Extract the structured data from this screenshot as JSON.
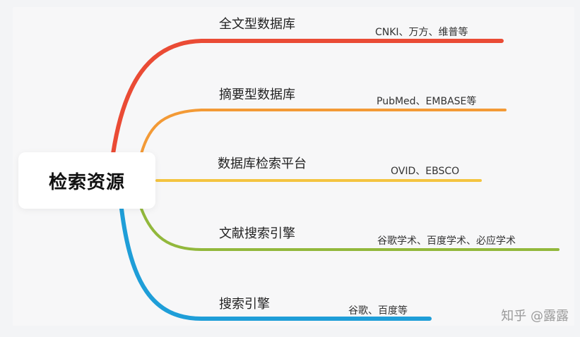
{
  "root": {
    "label": "检索资源"
  },
  "branches": [
    {
      "label": "全文型数据库",
      "example": "CNKI、万方、维普等",
      "color": "#ea4b35"
    },
    {
      "label": "摘要型数据库",
      "example": "PubMed、EMBASE等",
      "color": "#f39a36"
    },
    {
      "label": "数据库检索平台",
      "example": "OVID、EBSCO",
      "color": "#f4c440"
    },
    {
      "label": "文献搜索引擎",
      "example": "谷歌学术、百度学术、必应学术",
      "color": "#92b83c"
    },
    {
      "label": "搜索引擎",
      "example": "谷歌、百度等",
      "color": "#1f9ed8"
    }
  ],
  "watermark": {
    "text": "知乎 @露露"
  }
}
